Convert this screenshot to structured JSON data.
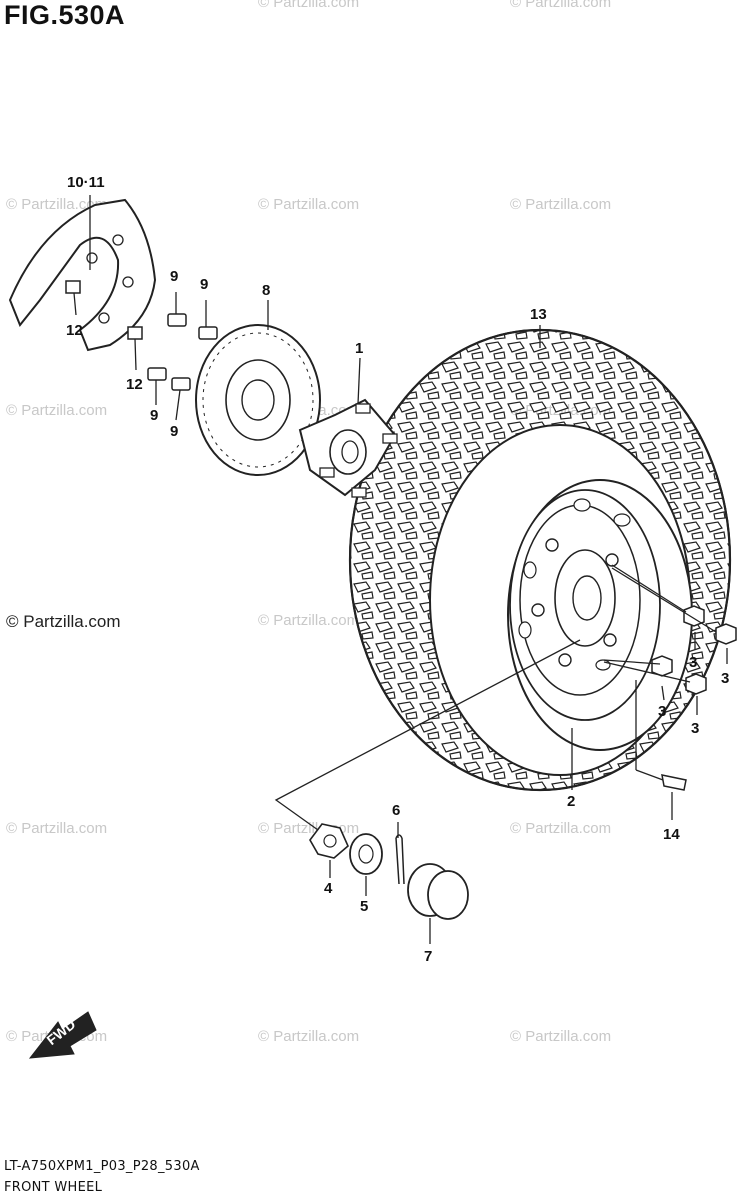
{
  "figure": {
    "title": "FIG.530A",
    "model_code": "LT-A750XPM1_P03_P28_530A",
    "name": "FRONT WHEEL",
    "direction_label": "FWD"
  },
  "watermark": {
    "text": "© Partzilla.com",
    "highlight_text": "© Partzilla.com"
  },
  "callouts": {
    "c1": "1",
    "c2": "2",
    "c3a": "3",
    "c3b": "3",
    "c3c": "3",
    "c3d": "3",
    "c4": "4",
    "c5": "5",
    "c6": "6",
    "c7": "7",
    "c8": "8",
    "c9a": "9",
    "c9b": "9",
    "c9c": "9",
    "c9d": "9",
    "c10_11": "10·11",
    "c12a": "12",
    "c12b": "12",
    "c13": "13",
    "c14": "14"
  },
  "parts": [
    {
      "ref": "1",
      "name": "hub-icon"
    },
    {
      "ref": "2",
      "name": "wheel-rim-icon"
    },
    {
      "ref": "3",
      "name": "wheel-nut-icon"
    },
    {
      "ref": "4",
      "name": "washer-icon"
    },
    {
      "ref": "5",
      "name": "castle-nut-icon"
    },
    {
      "ref": "6",
      "name": "cotter-pin-icon"
    },
    {
      "ref": "7",
      "name": "hub-cap-icon"
    },
    {
      "ref": "8",
      "name": "brake-disc-icon"
    },
    {
      "ref": "9",
      "name": "disc-bolt-icon"
    },
    {
      "ref": "10·11",
      "name": "disc-cover-icon"
    },
    {
      "ref": "12",
      "name": "cover-bolt-icon"
    },
    {
      "ref": "13",
      "name": "tire-icon"
    },
    {
      "ref": "14",
      "name": "valve-icon"
    }
  ]
}
